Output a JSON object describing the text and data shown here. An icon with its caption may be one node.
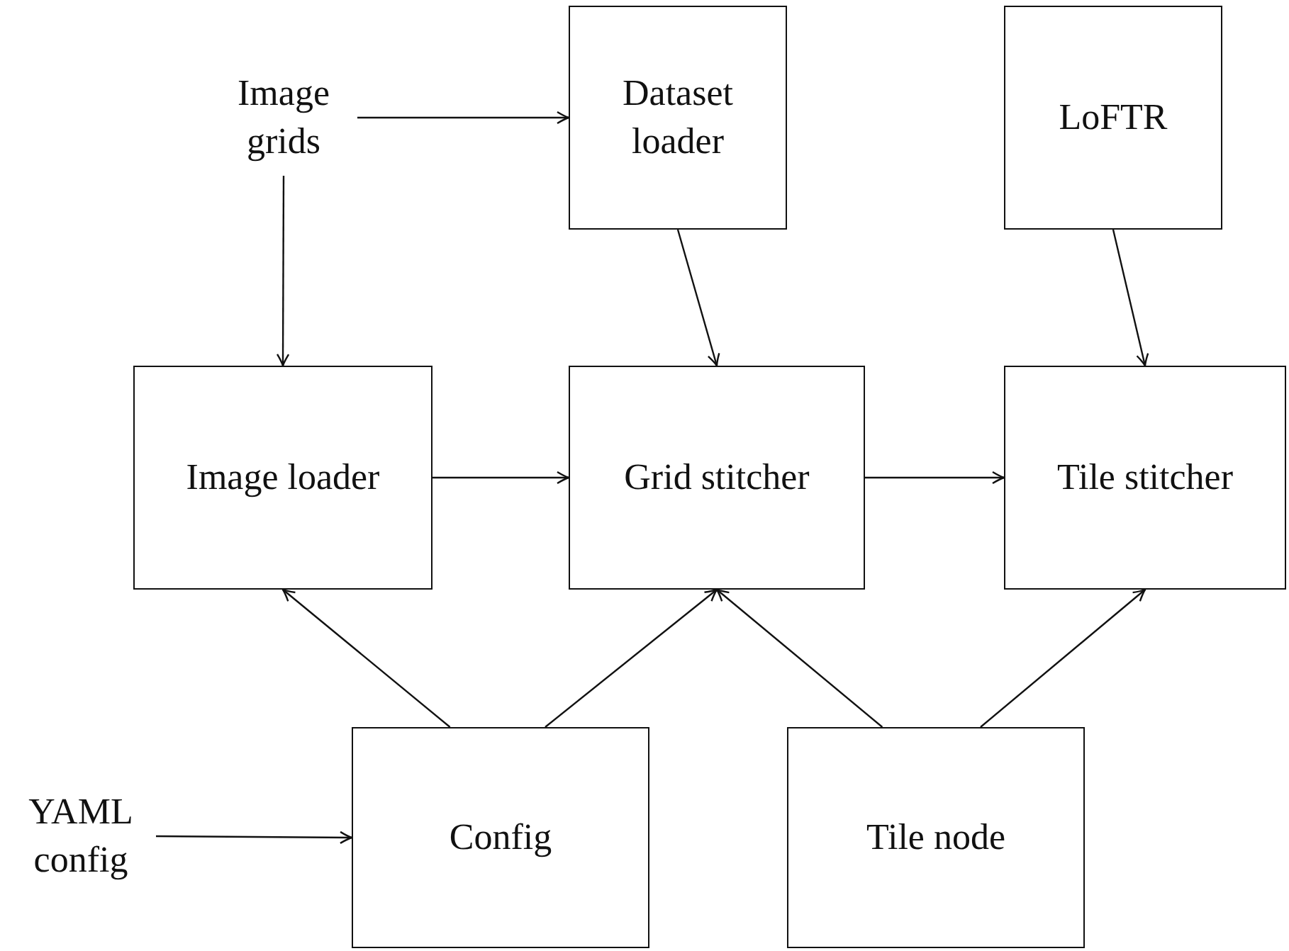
{
  "diagram": {
    "nodes": [
      {
        "text": [
          "Image grids"
        ]
      },
      {
        "text": [
          "Dataset loader"
        ]
      },
      {
        "text": [
          "LoFTR"
        ]
      },
      {
        "text": [
          "Image loader"
        ]
      },
      {
        "text": [
          "Grid stitcher"
        ]
      },
      {
        "text": [
          "Tile stitcher"
        ]
      },
      {
        "text": [
          "YAML config"
        ]
      },
      {
        "text": [
          "Config"
        ]
      },
      {
        "text": [
          "Tile node"
        ]
      }
    ],
    "edges": [
      {
        "from": 0,
        "to": 1,
        "arrow": "to"
      },
      {
        "from": 0,
        "to": 3,
        "arrow": "to"
      },
      {
        "from": 1,
        "to": 4,
        "arrow": "to"
      },
      {
        "from": 2,
        "to": 5,
        "arrow": "to"
      },
      {
        "from": 3,
        "to": 4,
        "arrow": "to"
      },
      {
        "from": 4,
        "to": 5,
        "arrow": "to"
      },
      {
        "from": 6,
        "to": 7,
        "arrow": "to"
      },
      {
        "from": 7,
        "to": 3,
        "arrow": "to"
      },
      {
        "from": 7,
        "to": 4,
        "arrow": "to"
      },
      {
        "from": 8,
        "to": 4,
        "arrow": "to"
      },
      {
        "from": 8,
        "to": 5,
        "arrow": "to"
      }
    ]
  }
}
